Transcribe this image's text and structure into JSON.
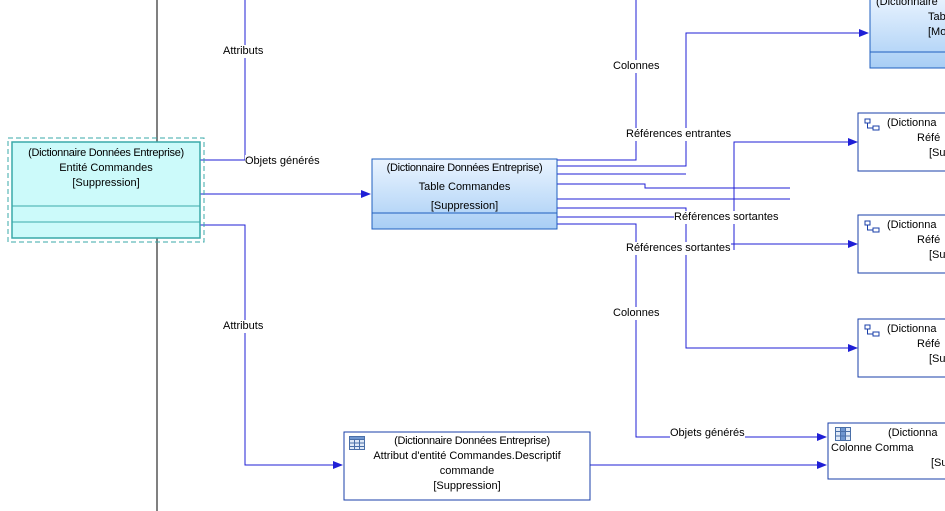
{
  "labels": {
    "attributs_top": "Attributs",
    "objets_generes_left": "Objets générés",
    "attributs_bottom": "Attributs",
    "colonnes_top": "Colonnes",
    "references_entrantes": "Références entrantes",
    "references_sortantes_1": "Références sortantes",
    "references_sortantes_2": "Références sortantes",
    "colonnes_bottom": "Colonnes",
    "objets_generes_bottom": "Objets générés"
  },
  "nodes": {
    "entite_commandes": {
      "line1": "(Dictionnaire Données Entreprise)",
      "line2": "Entité Commandes",
      "line3": "[Suppression]"
    },
    "table_commandes": {
      "line1": "(Dictionnaire Données Entreprise)",
      "line2": "Table Commandes",
      "line3": "[Suppression]"
    },
    "attribut_entite": {
      "line1": "(Dictionnaire Données Entreprise)",
      "line2": "Attribut d'entité Commandes.Descriptif",
      "line3": "commande",
      "line4": "[Suppression]"
    },
    "top_right": {
      "line1": "(Dictionnaire",
      "line2": "Tab",
      "line3": "[Mo"
    },
    "ref_1": {
      "line1": "(Dictionna",
      "line2": "Réfé",
      "line3": "[Su"
    },
    "ref_2": {
      "line1": "(Dictionna",
      "line2": "Réfé",
      "line3": "[Su"
    },
    "ref_3": {
      "line1": "(Dictionna",
      "line2": "Réfé",
      "line3": "[Su"
    },
    "colonne": {
      "line1": "(Dictionna",
      "line2": "Colonne Comma",
      "line3": "[Su"
    }
  },
  "icons": {
    "attribut_entite": "table-grid-icon",
    "colonne": "column-icon",
    "ref": "reference-icon"
  },
  "colors": {
    "link": "#1f1fd6",
    "entity_fill": "#ccfafa",
    "entity_border": "#3aa9a9",
    "table_fill_top": "#e6f2ff",
    "table_fill_bottom": "#a9cff5",
    "table_border": "#1f5fbf"
  }
}
